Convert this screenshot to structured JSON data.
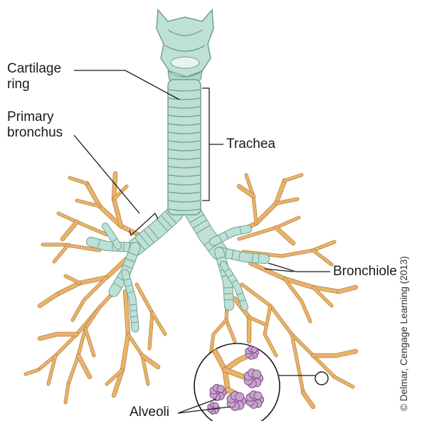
{
  "labels": {
    "cartilage_ring": [
      "Cartilage",
      "ring"
    ],
    "primary_bronchus": [
      "Primary",
      "bronchus"
    ],
    "trachea": "Trachea",
    "bronchiole": "Bronchiole",
    "alveoli": "Alveoli"
  },
  "credit": "© Delmar, Cengage Learning (2013)",
  "colors": {
    "cartilage": "#bfe0d6",
    "cartilage_dark": "#6e9f92",
    "bronchiole": "#e8b46a",
    "bronchiole_dark": "#b8793a",
    "alveoli": "#c9a2cf",
    "alveoli_dark": "#7d4f85",
    "leader": "#1a1a1a"
  }
}
